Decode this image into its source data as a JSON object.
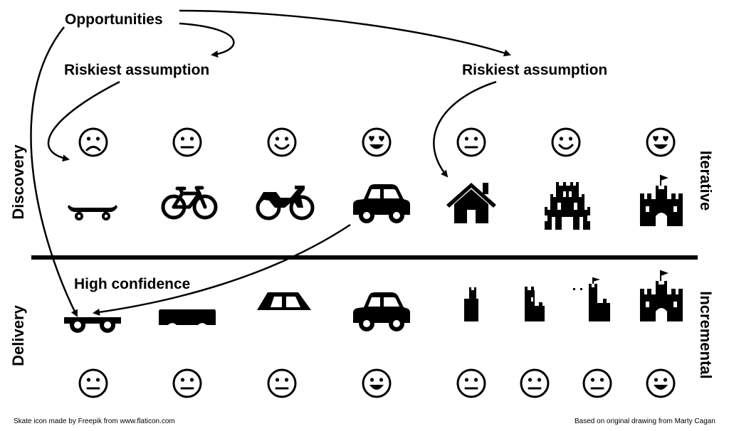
{
  "labels": {
    "opportunities": "Opportunities",
    "riskiest_left": "Riskiest assumption",
    "riskiest_right": "Riskiest assumption",
    "high_confidence": "High confidence"
  },
  "sides": {
    "discovery": "Discovery",
    "delivery": "Delivery",
    "iterative": "Iterative",
    "incremental": "Incremental"
  },
  "credits": {
    "left": "Skate icon made by Freepik from www.flaticon.com",
    "right": "Based on original drawing from Marty Cagan"
  },
  "iterative_row": {
    "faces": [
      "sad",
      "neutral",
      "smile",
      "love",
      "neutral",
      "smile",
      "love"
    ],
    "products": [
      "skateboard-icon",
      "bicycle-icon",
      "motorcycle-icon",
      "car-icon",
      "house-icon",
      "building-icon",
      "castle-icon"
    ]
  },
  "incremental_row": {
    "faces": [
      "neutral",
      "neutral",
      "neutral",
      "grin",
      "neutral",
      "neutral",
      "neutral",
      "grin"
    ],
    "products": [
      "wheels-chassis-icon",
      "car-body-icon",
      "car-roof-icon",
      "car-icon",
      "castle-tower-1-icon",
      "castle-tower-2-icon",
      "castle-tower-3-icon",
      "castle-icon"
    ]
  }
}
